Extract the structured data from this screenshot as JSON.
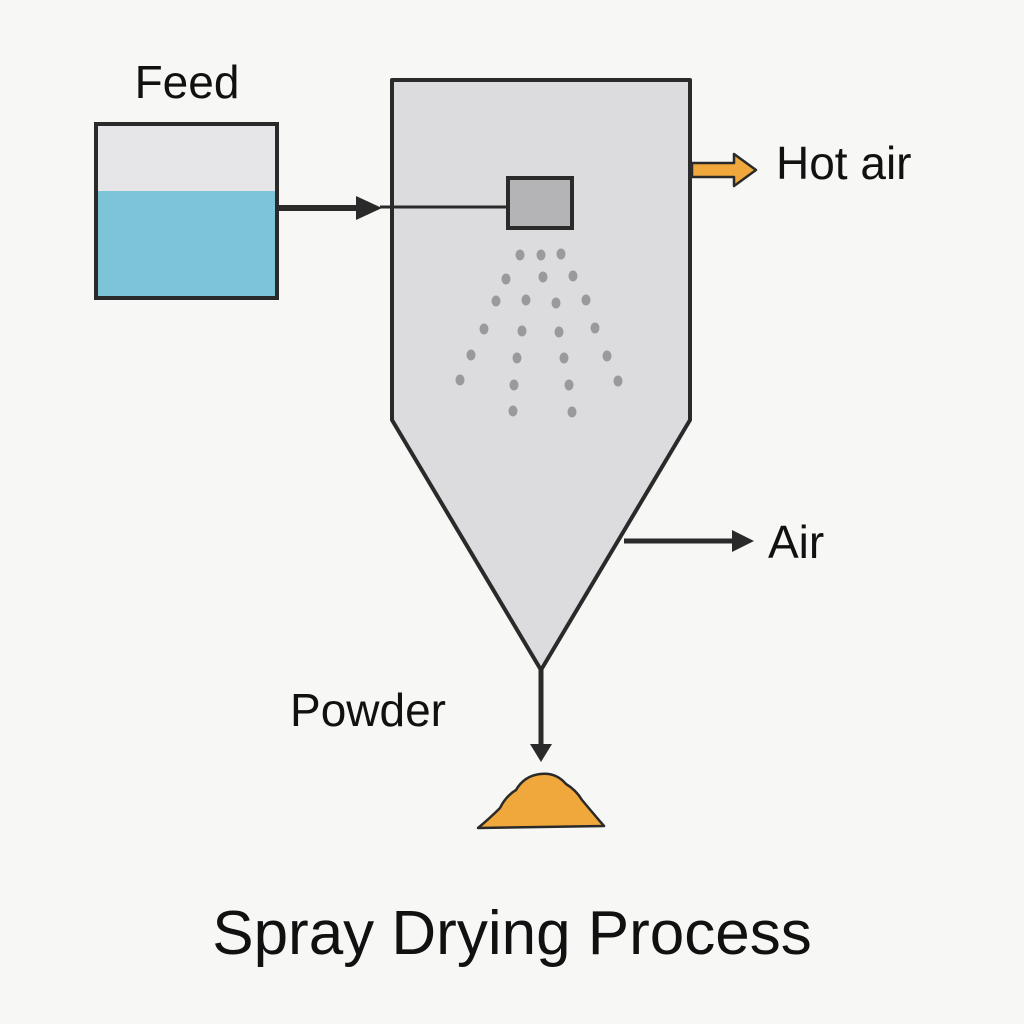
{
  "diagram": {
    "labels": {
      "feed": "Feed",
      "hot_air": "Hot air",
      "air": "Air",
      "powder": "Powder"
    },
    "title": "Spray Drying Process"
  },
  "colors": {
    "background": "#f7f7f5",
    "outline": "#2a2a2a",
    "liquid": "#7ec4d8",
    "tank_empty": "#e6e6e8",
    "chamber_fill": "#dcdcde",
    "nozzle_fill": "#b4b4b6",
    "droplet": "#9a9a9c",
    "hot_air_arrow": "#f0a83c",
    "powder_fill": "#f0a83c"
  },
  "icons": {
    "feed_tank": "tank-icon",
    "chamber": "drying-chamber",
    "nozzle": "atomizer-nozzle-icon",
    "powder": "powder-pile-icon"
  }
}
